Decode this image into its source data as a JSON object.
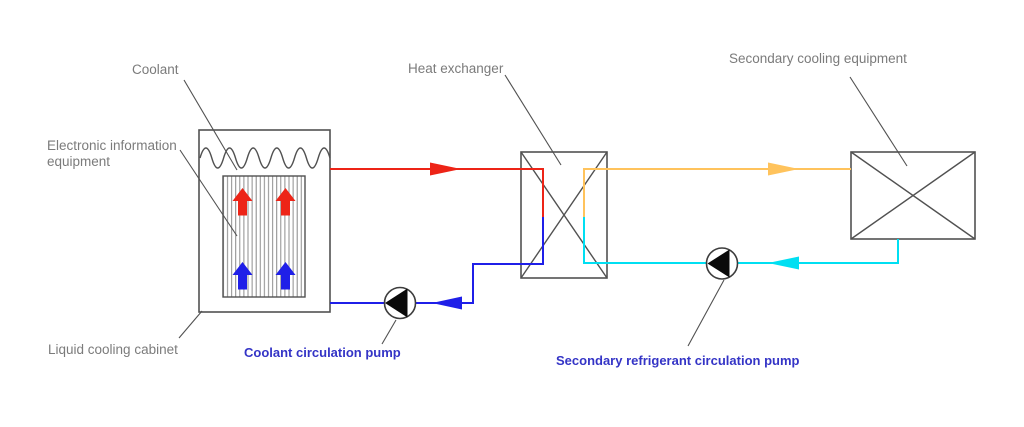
{
  "diagram": {
    "labels": {
      "coolant": "Coolant",
      "electronic_information_equipment": "Electronic information equipment",
      "liquid_cooling_cabinet": "Liquid cooling cabinet",
      "heat_exchanger": "Heat exchanger",
      "secondary_cooling_equipment": "Secondary cooling equipment",
      "coolant_circulation_pump": "Coolant circulation pump",
      "secondary_refrigerant_circulation_pump": "Secondary refrigerant circulation pump"
    },
    "colors": {
      "hot_coolant": "#ed2417",
      "cold_coolant": "#1f1fe8",
      "warm_refrigerant": "#ffc35c",
      "cold_refrigerant": "#00dff2",
      "outline_gray": "#515151",
      "hatch_gray": "#8c8c8c",
      "label_gray": "#7b7b7b",
      "pump_label_blue": "#3434c6",
      "pump_black": "#0a0a0a"
    }
  }
}
